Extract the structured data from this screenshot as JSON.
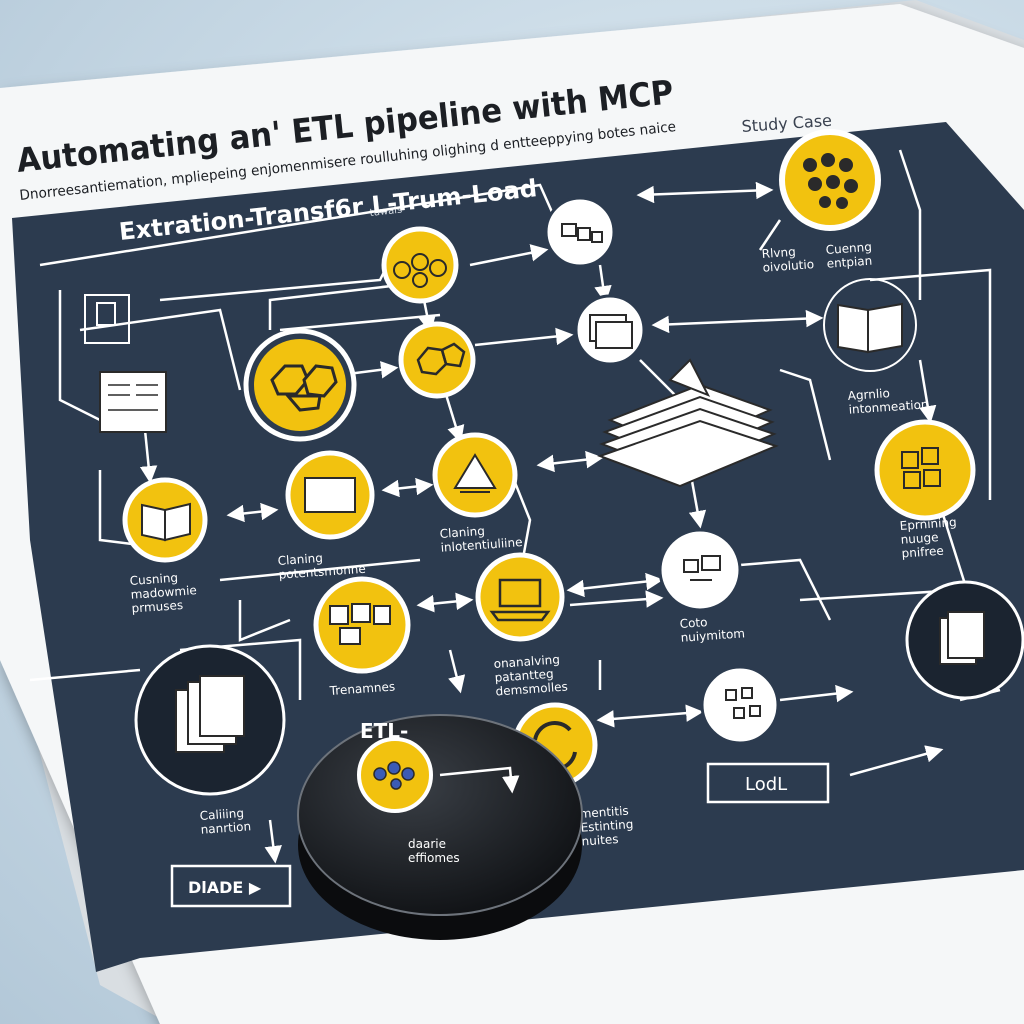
{
  "colors": {
    "board": "#2c3b4f",
    "paper": "#f4f6f7",
    "accent": "#f2c20f",
    "line": "#ffffff",
    "ink": "#1c1f24"
  },
  "header": {
    "title": "Automating an' ETL pipeline with MCP",
    "subtitle": "Dnorreesantiemation, mpliepeing enjomenmisere roulluhing olighing d entteeppying botes naice"
  },
  "board": {
    "section_title": "Extration-Transf6r L-Trum-Load",
    "section_subtitle": "tuwals",
    "study_case": "Study Case"
  },
  "labels": {
    "top_right_pair_1": "Rlvng\noivolutio",
    "top_right_pair_2": "Cuenng\nentpian",
    "right_mid": "Agrnlio\nintonmeation",
    "center_left": "Claning\npotentsmonne",
    "center": "Claning\ninlotentiuliine",
    "left_mid": "Cusning\nmadowmie\nprmuses",
    "right_lower": "Eprnining\nnuuge\npnifree",
    "lower_center": "Coto\nnuiymitom",
    "lower_left": "Trenamnes",
    "lower_mid": "onanalving\npatantteg\ndemsmolles",
    "bottom_left": "Caliiing\nnanrtion",
    "bottom_center": "daarie\neffiomes",
    "bottom_right": "mentitis\nEstinting\nnuites"
  },
  "buttons": {
    "load": "LodL",
    "diade": "DlADE ▶"
  },
  "disc": {
    "label": "ETL-"
  },
  "icons": [
    "data-sources-icon",
    "transform-grid-icon",
    "connector-icon",
    "database-icon",
    "documents-icon",
    "stack-icon",
    "report-icon",
    "blocks-icon",
    "book-icon",
    "panel-icon",
    "chart-icon",
    "laptop-icon",
    "components-icon",
    "refresh-icon",
    "network-icon",
    "pages-icon",
    "etl-icon"
  ]
}
